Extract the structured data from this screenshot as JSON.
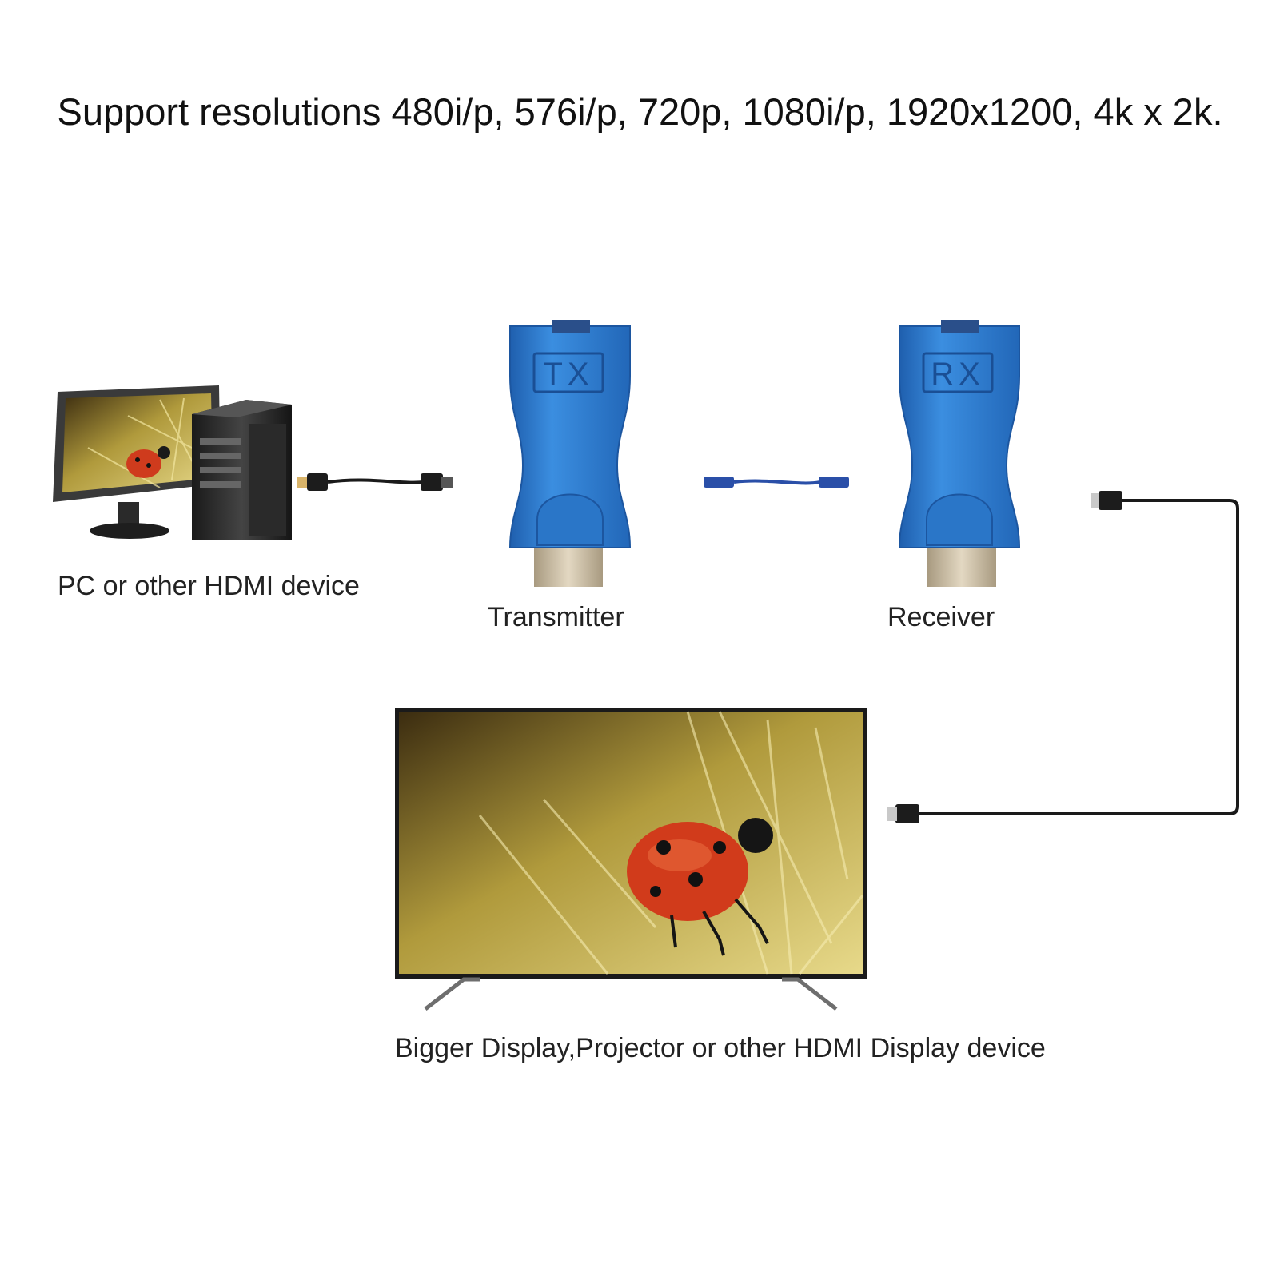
{
  "headline": "Support resolutions 480i/p, 576i/p, 720p, 1080i/p, 1920x1200, 4k x 2k.",
  "labels": {
    "source": "PC or other HDMI device",
    "transmitter": "Transmitter",
    "receiver": "Receiver",
    "display": "Bigger Display,Projector or other HDMI Display device"
  },
  "badges": {
    "tx": "TX",
    "rx": "RX"
  },
  "colors": {
    "extender_blue": "#2f7fcf",
    "cable": "#1a1a1a",
    "ethernet_cable": "#2a4fa8",
    "hdmi_plug": "#cdbfa5"
  }
}
